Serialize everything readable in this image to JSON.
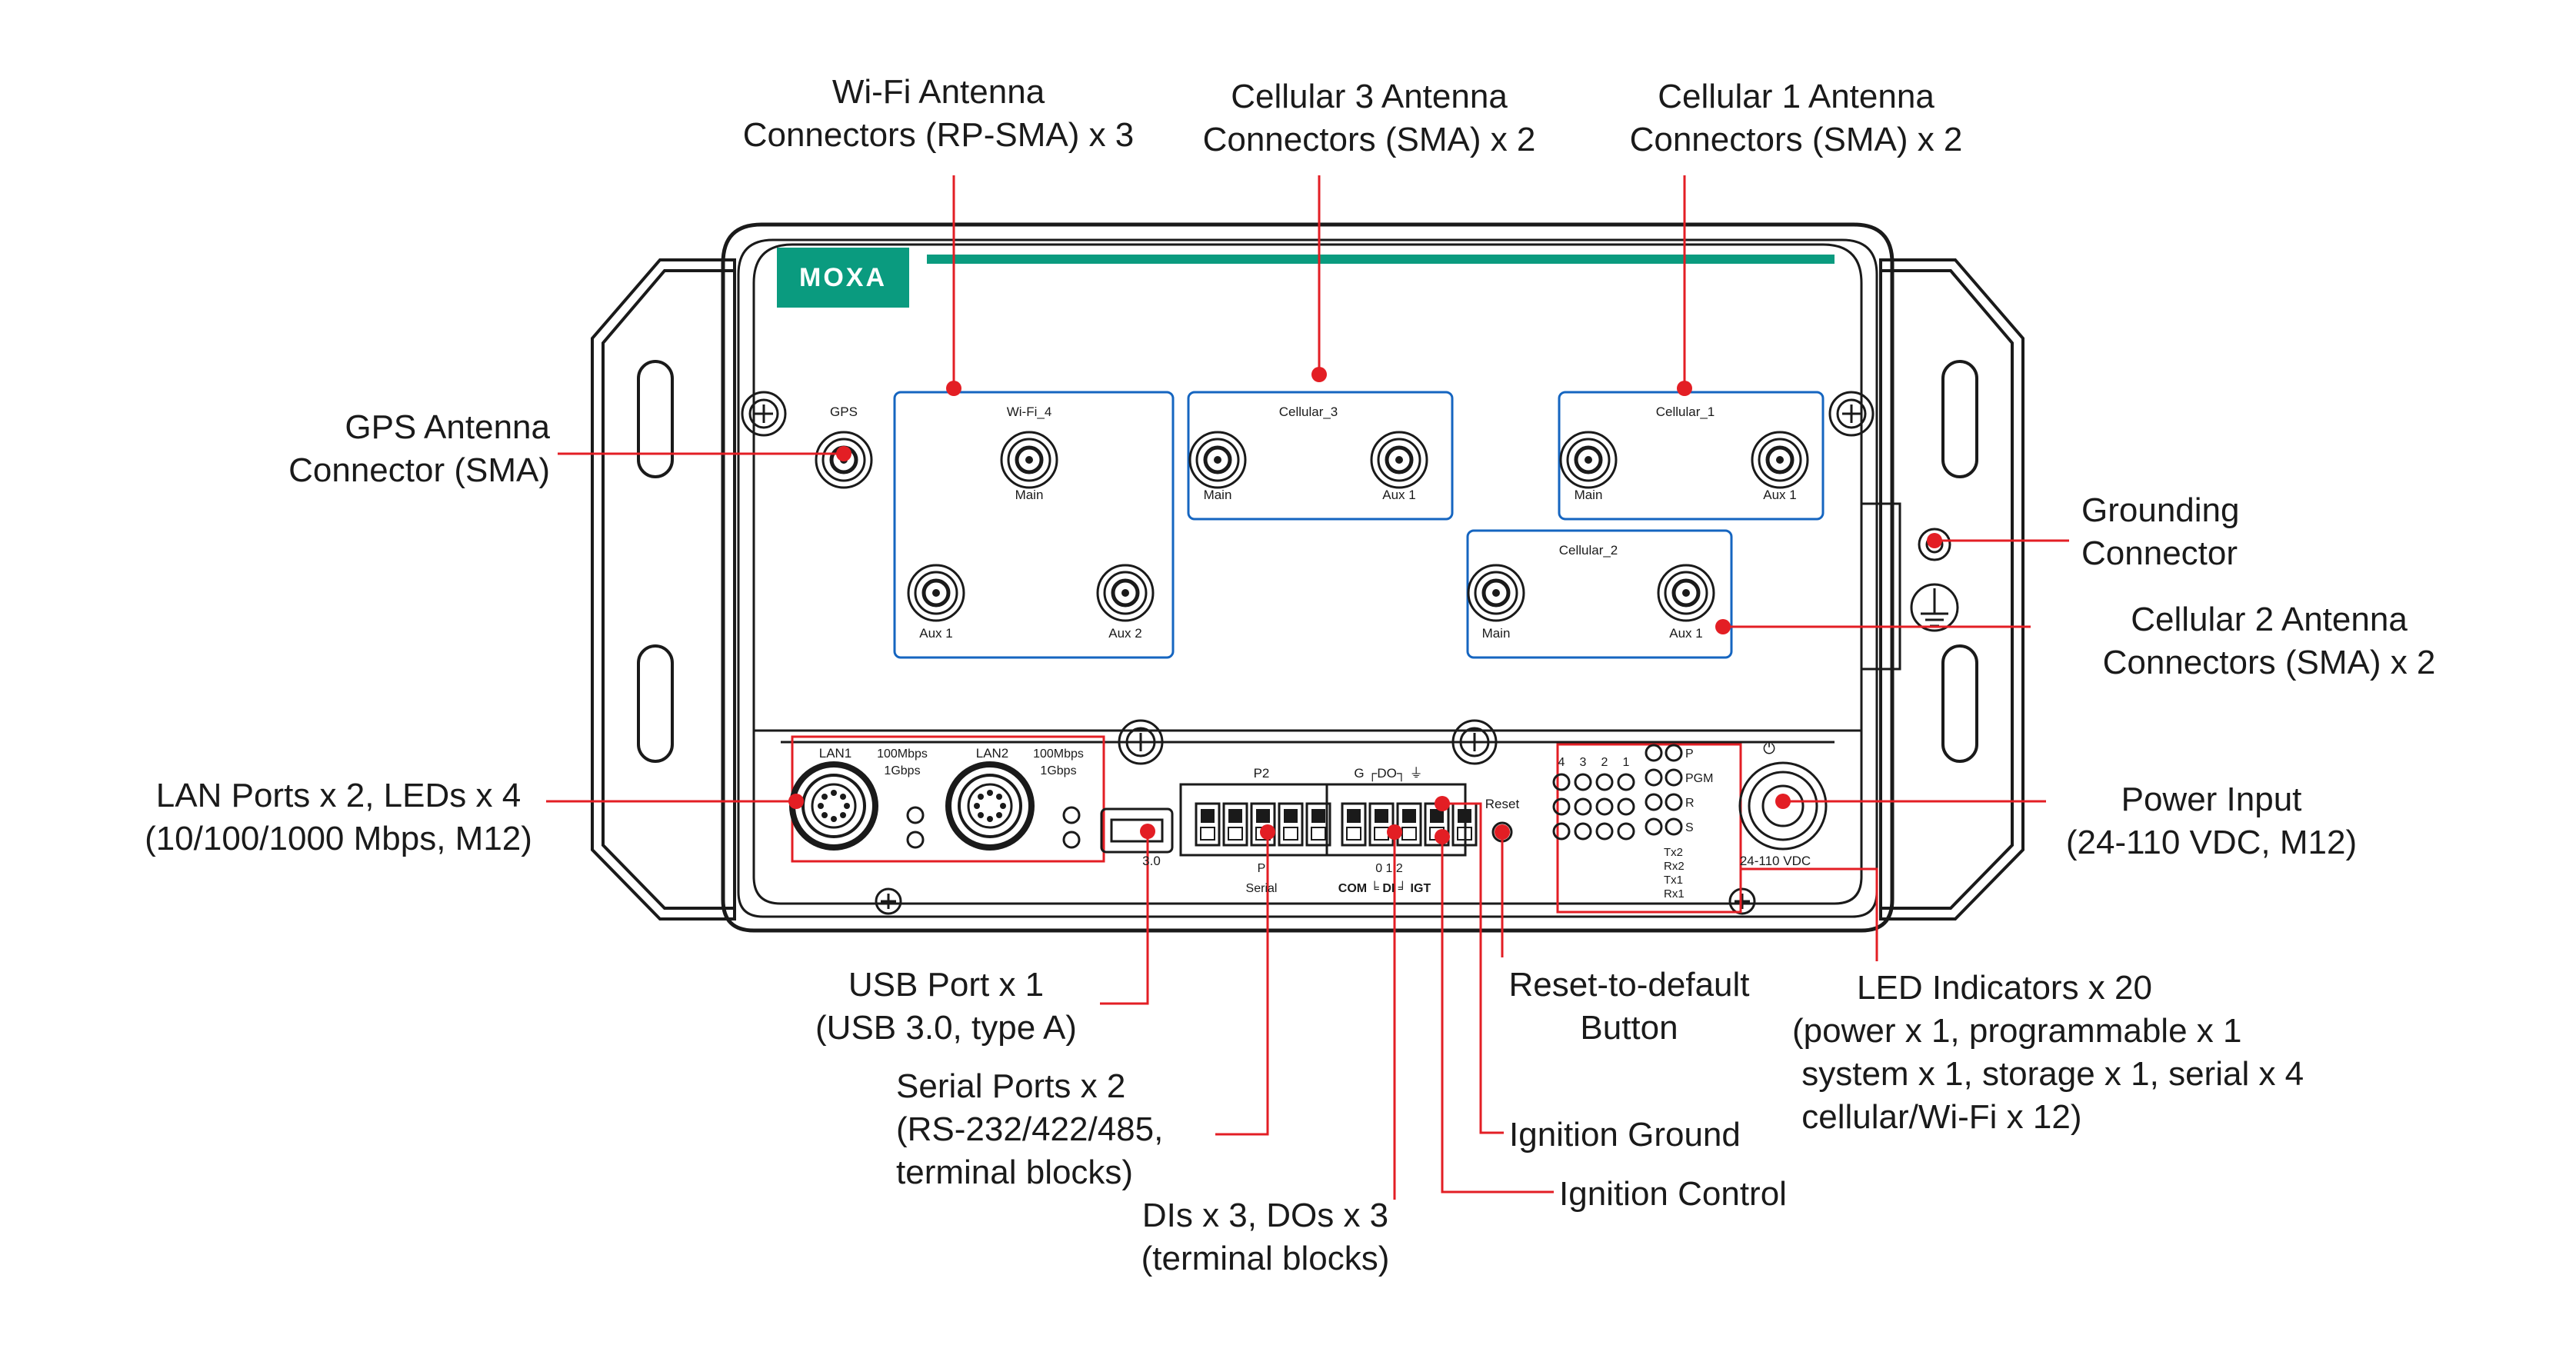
{
  "brand": {
    "logo_text": "MOXA",
    "accent_color": "#0a9b7f",
    "callout_color": "#e31e24"
  },
  "device": {
    "gps_label": "GPS",
    "wifi_group": {
      "title": "Wi-Fi_4",
      "connectors": [
        "Main",
        "Aux 1",
        "Aux 2"
      ]
    },
    "cellular3_group": {
      "title": "Cellular_3",
      "connectors": [
        "Main",
        "Aux 1"
      ]
    },
    "cellular1_group": {
      "title": "Cellular_1",
      "connectors": [
        "Main",
        "Aux 1"
      ]
    },
    "cellular2_group": {
      "title": "Cellular_2",
      "connectors": [
        "Main",
        "Aux 1"
      ]
    },
    "lan1_label": "LAN1",
    "lan2_label": "LAN2",
    "lan1_speed": [
      "100Mbps",
      "1Gbps"
    ],
    "lan2_speed": [
      "100Mbps",
      "1Gbps"
    ],
    "usb_label": "3.0",
    "p2_label": "P2",
    "serial_p_label": "P",
    "serial_label": "Serial",
    "dio_top_label": "G ┌DO┐ ⏚",
    "dio_numbers": "0 1 2",
    "dio_bottom_label": "COM ╘ DI ╛ IGT",
    "reset_label": "Reset",
    "led_numbers": [
      "4",
      "3",
      "2",
      "1"
    ],
    "led_status_labels": [
      "P",
      "PGM",
      "R",
      "S"
    ],
    "led_tx_rx_labels": [
      "Tx2",
      "Rx2",
      "Tx1",
      "Rx1"
    ],
    "power_label": "24-110 VDC",
    "power_symbol": "⏻"
  },
  "callouts": {
    "wifi": [
      "Wi-Fi Antenna",
      "Connectors (RP-SMA) x 3"
    ],
    "cellular3": [
      "Cellular 3 Antenna",
      "Connectors (SMA) x 2"
    ],
    "cellular1": [
      "Cellular 1 Antenna",
      "Connectors (SMA) x 2"
    ],
    "gps": [
      "GPS Antenna",
      "Connector (SMA)"
    ],
    "grounding": [
      "Grounding",
      "Connector"
    ],
    "cellular2": [
      "Cellular 2 Antenna",
      "Connectors (SMA) x 2"
    ],
    "lan": [
      "LAN Ports x 2, LEDs x 4",
      "(10/100/1000 Mbps, M12)"
    ],
    "power": [
      "Power Input",
      "(24-110 VDC, M12)"
    ],
    "usb": [
      "USB Port x 1",
      "(USB 3.0, type A)"
    ],
    "reset": [
      "Reset-to-default",
      "Button"
    ],
    "led": [
      "LED Indicators x 20",
      "(power x 1, programmable x 1",
      " system x 1, storage x 1, serial x 4",
      " cellular/Wi-Fi x 12)"
    ],
    "serial": [
      "Serial Ports x 2",
      "(RS-232/422/485,",
      "terminal blocks)"
    ],
    "ignition_ground": [
      "Ignition Ground"
    ],
    "ignition_control": [
      "Ignition Control"
    ],
    "dio": [
      "DIs x 3, DOs x 3",
      "(terminal blocks)"
    ]
  }
}
